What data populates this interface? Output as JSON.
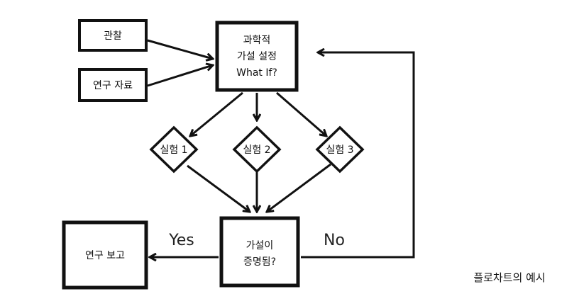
{
  "nodes": {
    "observation": {
      "label": "관찰"
    },
    "research_data": {
      "label": "연구 자료"
    },
    "hypothesis": {
      "lines": [
        "과학적",
        "가설 설정",
        "What If?"
      ]
    },
    "experiment1": {
      "label": "실험 1"
    },
    "experiment2": {
      "label": "실험 2"
    },
    "experiment3": {
      "label": "실험 3"
    },
    "proven": {
      "lines": [
        "가설이",
        "증명됨?"
      ]
    },
    "report": {
      "label": "연구 보고"
    }
  },
  "edges": {
    "yes_label": "Yes",
    "no_label": "No"
  },
  "caption": "플로차트의 예시",
  "colors": {
    "stroke": "#111111",
    "background": "#ffffff"
  }
}
